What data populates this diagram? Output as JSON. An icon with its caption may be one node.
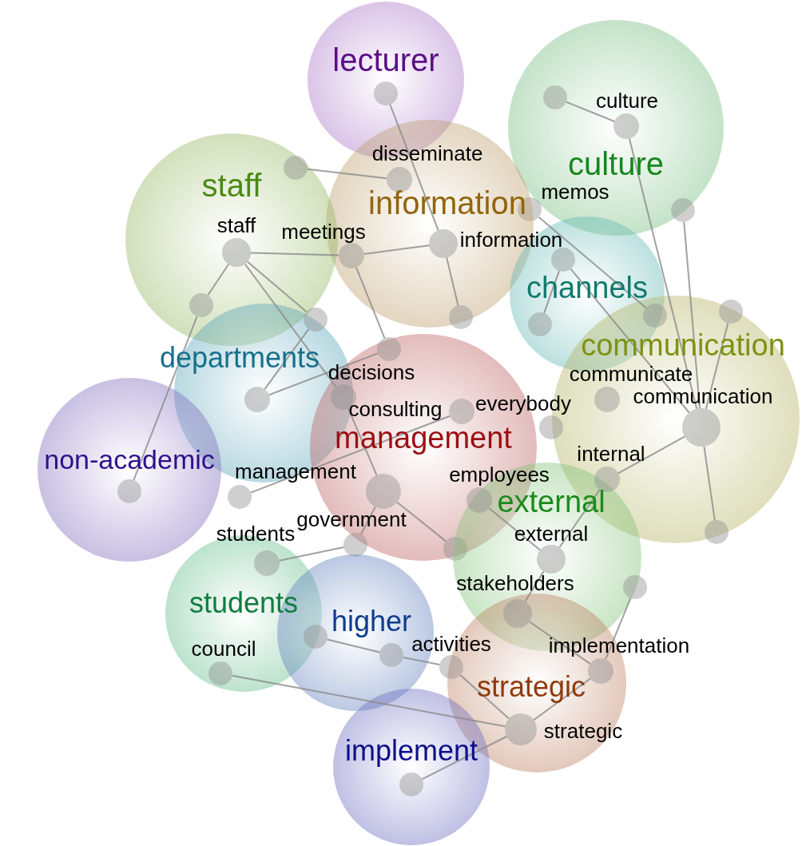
{
  "diagram": {
    "nodes": [
      {
        "text": [
          "lecturer"
        ]
      },
      {
        "text": [
          "culture"
        ]
      },
      {
        "text": [
          "information"
        ]
      },
      {
        "text": [
          "staff"
        ]
      },
      {
        "text": [
          "channels"
        ]
      },
      {
        "text": [
          "departments"
        ]
      },
      {
        "text": [
          "communication"
        ]
      },
      {
        "text": [
          "management"
        ]
      },
      {
        "text": [
          "non-academic"
        ]
      },
      {
        "text": [
          "external"
        ]
      },
      {
        "text": [
          "students"
        ]
      },
      {
        "text": [
          "higher"
        ]
      },
      {
        "text": [
          "strategic"
        ]
      },
      {
        "text": [
          "implement"
        ]
      },
      {
        "text": [],
        "shape": "circle",
        "in": 0
      },
      {
        "text": [],
        "shape": "circle",
        "in": 1
      },
      {
        "text": [],
        "shape": "circle",
        "beside": [
          "culture"
        ],
        "in": 1
      },
      {
        "text": [],
        "shape": "circle",
        "in": 3
      },
      {
        "text": [],
        "shape": "circle",
        "beside": [
          "disseminate"
        ],
        "in": 2
      },
      {
        "text": [],
        "shape": "circle",
        "beside": [
          "memos"
        ],
        "in": 1
      },
      {
        "text": [],
        "shape": "circle",
        "in": 1
      },
      {
        "text": [],
        "shape": "circle",
        "beside": [
          "information"
        ],
        "in": 2
      },
      {
        "text": [],
        "shape": "circle",
        "beside": [
          "staff"
        ],
        "in": 3
      },
      {
        "text": [],
        "shape": "circle",
        "beside": [
          "meetings"
        ],
        "in": 2
      },
      {
        "text": [],
        "shape": "circle",
        "in": 4
      },
      {
        "text": [],
        "shape": "circle",
        "in": 3
      },
      {
        "text": [],
        "shape": "circle"
      },
      {
        "text": [],
        "shape": "circle",
        "in": 2
      },
      {
        "text": [],
        "shape": "circle",
        "in": 4
      },
      {
        "text": [],
        "shape": "circle"
      },
      {
        "text": [],
        "shape": "circle",
        "in": 6
      },
      {
        "text": [],
        "shape": "circle",
        "in": 7
      },
      {
        "text": [],
        "shape": "circle",
        "beside": [
          "communicate"
        ],
        "in": 6
      },
      {
        "text": [],
        "shape": "circle",
        "beside": [
          "decisions"
        ],
        "in": 7
      },
      {
        "text": [],
        "shape": "circle",
        "in": 5
      },
      {
        "text": [],
        "shape": "circle",
        "beside": [
          "everybody"
        ]
      },
      {
        "text": [],
        "shape": "circle",
        "beside": [
          "communication"
        ],
        "in": 6
      },
      {
        "text": [],
        "shape": "circle",
        "beside": [
          "consulting"
        ],
        "in": 7
      },
      {
        "text": [],
        "shape": "circle",
        "beside": [
          "management"
        ],
        "in": 7
      },
      {
        "text": [],
        "shape": "circle",
        "beside": [
          "employees"
        ]
      },
      {
        "text": [],
        "shape": "circle",
        "in": 8
      },
      {
        "text": [],
        "shape": "circle"
      },
      {
        "text": [],
        "shape": "circle",
        "beside": [
          "internal"
        ]
      },
      {
        "text": [],
        "shape": "circle",
        "beside": [
          "government"
        ],
        "in": 7
      },
      {
        "text": [],
        "shape": "circle",
        "in": 7
      },
      {
        "text": [],
        "shape": "circle",
        "in": 6
      },
      {
        "text": [],
        "shape": "circle",
        "beside": [
          "external"
        ],
        "in": 9
      },
      {
        "text": [],
        "shape": "circle",
        "beside": [
          "students"
        ],
        "in": 10
      },
      {
        "text": [],
        "shape": "circle"
      },
      {
        "text": [],
        "shape": "circle",
        "beside": [
          "stakeholders"
        ]
      },
      {
        "text": [],
        "shape": "circle",
        "in": 11
      },
      {
        "text": [],
        "shape": "circle",
        "in": 11
      },
      {
        "text": [],
        "shape": "circle",
        "beside": [
          "activities"
        ]
      },
      {
        "text": [],
        "shape": "circle",
        "beside": [
          "implementation"
        ],
        "in": 12
      },
      {
        "text": [],
        "shape": "circle",
        "beside": [
          "council"
        ],
        "in": 10
      },
      {
        "text": [],
        "shape": "circle",
        "beside": [
          "strategic"
        ],
        "in": 12
      },
      {
        "text": [],
        "shape": "circle",
        "in": 13
      }
    ],
    "edges": [
      {
        "from": 14,
        "to": 21,
        "arrow": "none"
      },
      {
        "from": 21,
        "to": 27,
        "arrow": "none"
      },
      {
        "from": 17,
        "to": 18,
        "arrow": "none"
      },
      {
        "from": 22,
        "to": 23,
        "arrow": "none"
      },
      {
        "from": 23,
        "to": 21,
        "arrow": "none"
      },
      {
        "from": 19,
        "to": 26,
        "arrow": "none"
      },
      {
        "from": 23,
        "to": 31,
        "arrow": "none"
      },
      {
        "from": 31,
        "to": 34,
        "arrow": "none"
      },
      {
        "from": 22,
        "to": 25,
        "arrow": "none"
      },
      {
        "from": 25,
        "to": 40,
        "arrow": "none"
      },
      {
        "from": 22,
        "to": 29,
        "arrow": "none"
      },
      {
        "from": 29,
        "to": 34,
        "arrow": "none"
      },
      {
        "from": 22,
        "to": 33,
        "arrow": "none"
      },
      {
        "from": 33,
        "to": 38,
        "arrow": "none"
      },
      {
        "from": 41,
        "to": 37,
        "arrow": "none"
      },
      {
        "from": 38,
        "to": 43,
        "arrow": "none"
      },
      {
        "from": 43,
        "to": 47,
        "arrow": "none"
      },
      {
        "from": 38,
        "to": 44,
        "arrow": "none"
      },
      {
        "from": 39,
        "to": 46,
        "arrow": "none"
      },
      {
        "from": 42,
        "to": 36,
        "arrow": "none"
      },
      {
        "from": 42,
        "to": 46,
        "arrow": "none"
      },
      {
        "from": 16,
        "to": 36,
        "arrow": "none"
      },
      {
        "from": 20,
        "to": 36,
        "arrow": "none"
      },
      {
        "from": 24,
        "to": 36,
        "arrow": "none"
      },
      {
        "from": 24,
        "to": 28,
        "arrow": "none"
      },
      {
        "from": 15,
        "to": 16,
        "arrow": "none"
      },
      {
        "from": 36,
        "to": 30,
        "arrow": "none"
      },
      {
        "from": 36,
        "to": 45,
        "arrow": "none"
      },
      {
        "from": 50,
        "to": 51,
        "arrow": "none"
      },
      {
        "from": 51,
        "to": 52,
        "arrow": "none"
      },
      {
        "from": 52,
        "to": 55,
        "arrow": "none"
      },
      {
        "from": 54,
        "to": 55,
        "arrow": "none"
      },
      {
        "from": 56,
        "to": 55,
        "arrow": "none"
      },
      {
        "from": 55,
        "to": 53,
        "arrow": "none"
      },
      {
        "from": 53,
        "to": 48,
        "arrow": "none"
      },
      {
        "from": 49,
        "to": 53,
        "arrow": "none"
      },
      {
        "from": 46,
        "to": 49,
        "arrow": "none"
      }
    ]
  }
}
